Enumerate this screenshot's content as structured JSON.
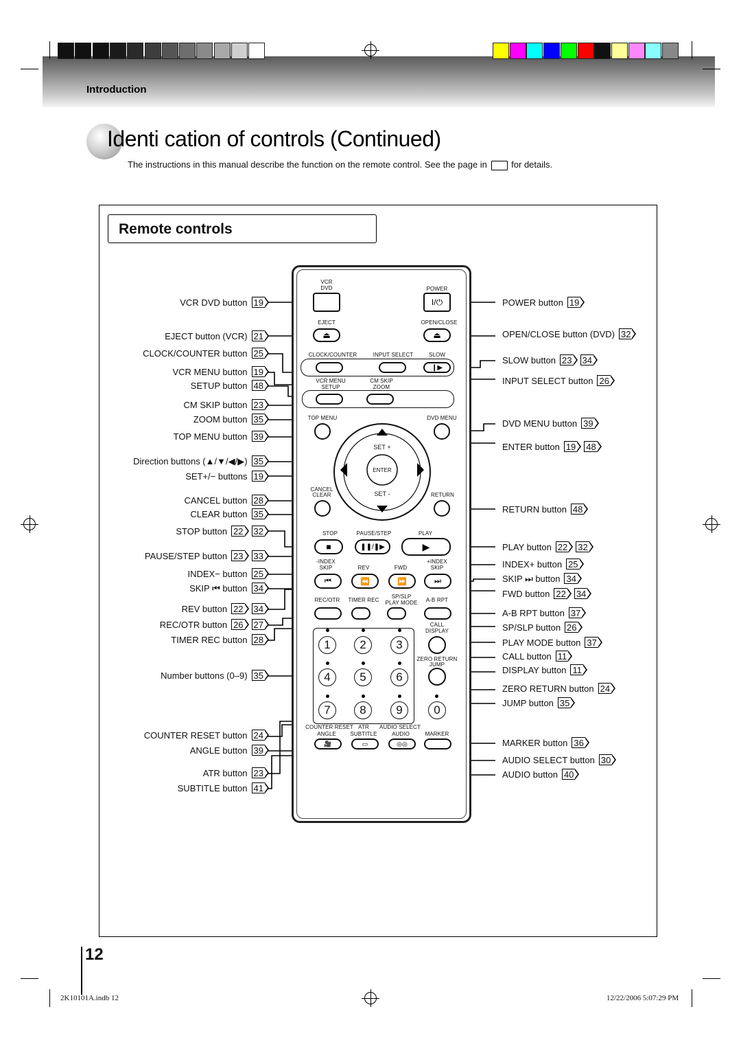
{
  "header": {
    "section": "Introduction"
  },
  "title": "Identi  cation of controls  (Continued)",
  "intro": {
    "before": "The instructions in this manual describe the function on the remote control. See the page in",
    "after": "for details."
  },
  "box_title": "Remote controls",
  "colors": {
    "grays": [
      "#111111",
      "#111111",
      "#111111",
      "#1a1a1a",
      "#2a2a2a",
      "#3d3d3d",
      "#555555",
      "#6e6e6e",
      "#8a8a8a",
      "#a8a8a8",
      "#cfcfcf",
      "#ffffff"
    ],
    "colors": [
      "#ffff00",
      "#ff00ff",
      "#00ffff",
      "#0000ff",
      "#00ff00",
      "#ff0000",
      "#111111",
      "#ffff99",
      "#ff88ff",
      "#88ffff",
      "#888888"
    ]
  },
  "remote": {
    "vcr_dvd": "VCR\nDVD",
    "power": "POWER",
    "power_glyph": "I/⏻",
    "eject": "EJECT",
    "open_close": "OPEN/CLOSE",
    "clock_counter": "CLOCK/COUNTER",
    "input_select": "INPUT SELECT",
    "slow": "SLOW",
    "vcr_menu": "VCR MENU",
    "setup": "SETUP",
    "cm_skip": "CM SKIP",
    "zoom": "ZOOM",
    "top_menu": "TOP MENU",
    "dvd_menu": "DVD MENU",
    "set_plus": "SET +",
    "enter": "ENTER",
    "set_minus": "SET -",
    "cancel": "CANCEL",
    "clear": "CLEAR",
    "return": "RETURN",
    "stop": "STOP",
    "pause_step": "PAUSE/STEP",
    "play": "PLAY",
    "index_minus": "-INDEX",
    "skip_l": "SKIP",
    "rev": "REV",
    "fwd": "FWD",
    "index_plus": "+INDEX",
    "skip_r": "SKIP",
    "rec_otr": "REC/OTR",
    "timer_rec": "TIMER REC",
    "sp_slp": "SP/SLP",
    "play_mode": "PLAY MODE",
    "ab_rpt": "A-B RPT",
    "call": "CALL",
    "display": "DISPLAY",
    "zero_return": "ZERO RETURN",
    "jump": "JUMP",
    "numbers": [
      "1",
      "2",
      "3",
      "4",
      "5",
      "6",
      "7",
      "8",
      "9",
      "0"
    ],
    "counter_reset": "COUNTER RESET",
    "atr": "ATR",
    "audio_select": "AUDIO SELECT",
    "angle": "ANGLE",
    "subtitle": "SUBTITLE",
    "audio": "AUDIO",
    "marker": "MARKER"
  },
  "left_labels": [
    {
      "text": "VCR DVD button",
      "refs": [
        "19"
      ]
    },
    {
      "text": "EJECT button (VCR)",
      "refs": [
        "21"
      ]
    },
    {
      "text": "CLOCK/COUNTER button",
      "refs": [
        "25"
      ]
    },
    {
      "text": "VCR MENU button",
      "refs": [
        "19"
      ]
    },
    {
      "text": "SETUP button",
      "refs": [
        "48"
      ]
    },
    {
      "text": "CM SKIP button",
      "refs": [
        "23"
      ]
    },
    {
      "text": "ZOOM button",
      "refs": [
        "35"
      ]
    },
    {
      "text": "TOP MENU button",
      "refs": [
        "39"
      ]
    },
    {
      "text": "Direction buttons (▲/▼/◀/▶)",
      "refs": [
        "35"
      ]
    },
    {
      "text": "SET+/− buttons",
      "refs": [
        "19"
      ]
    },
    {
      "text": "CANCEL button",
      "refs": [
        "28"
      ]
    },
    {
      "text": "CLEAR button",
      "refs": [
        "35"
      ]
    },
    {
      "text": "STOP button",
      "refs": [
        "22",
        "32"
      ]
    },
    {
      "text": "PAUSE/STEP button",
      "refs": [
        "23",
        "33"
      ]
    },
    {
      "text": "INDEX− button",
      "refs": [
        "25"
      ]
    },
    {
      "text": "SKIP ⏮ button",
      "refs": [
        "34"
      ]
    },
    {
      "text": "REV button",
      "refs": [
        "22",
        "34"
      ]
    },
    {
      "text": "REC/OTR button",
      "refs": [
        "26",
        "27"
      ]
    },
    {
      "text": "TIMER REC button",
      "refs": [
        "28"
      ]
    },
    {
      "text": "Number buttons (0–9)",
      "refs": [
        "35"
      ]
    },
    {
      "text": "COUNTER RESET button",
      "refs": [
        "24"
      ]
    },
    {
      "text": "ANGLE button",
      "refs": [
        "39"
      ]
    },
    {
      "text": "ATR button",
      "refs": [
        "23"
      ]
    },
    {
      "text": "SUBTITLE button",
      "refs": [
        "41"
      ]
    }
  ],
  "right_labels": [
    {
      "text": "POWER button",
      "refs": [
        "19"
      ]
    },
    {
      "text": "OPEN/CLOSE button (DVD)",
      "refs": [
        "32"
      ]
    },
    {
      "text": "SLOW button",
      "refs": [
        "23",
        "34"
      ]
    },
    {
      "text": "INPUT SELECT button",
      "refs": [
        "26"
      ]
    },
    {
      "text": "DVD MENU button",
      "refs": [
        "39"
      ]
    },
    {
      "text": "ENTER button",
      "refs": [
        "19",
        "48"
      ]
    },
    {
      "text": "RETURN button",
      "refs": [
        "48"
      ]
    },
    {
      "text": "PLAY button",
      "refs": [
        "22",
        "32"
      ]
    },
    {
      "text": "INDEX+ button",
      "refs": [
        "25"
      ]
    },
    {
      "text": "SKIP ⏭ button",
      "refs": [
        "34"
      ]
    },
    {
      "text": "FWD button",
      "refs": [
        "22",
        "34"
      ]
    },
    {
      "text": "A-B RPT button",
      "refs": [
        "37"
      ]
    },
    {
      "text": "SP/SLP button",
      "refs": [
        "26"
      ]
    },
    {
      "text": "PLAY MODE button",
      "refs": [
        "37"
      ]
    },
    {
      "text": "CALL button",
      "refs": [
        "11"
      ]
    },
    {
      "text": "DISPLAY button",
      "refs": [
        "11"
      ]
    },
    {
      "text": "ZERO RETURN button",
      "refs": [
        "24"
      ]
    },
    {
      "text": "JUMP button",
      "refs": [
        "35"
      ]
    },
    {
      "text": "MARKER button",
      "refs": [
        "36"
      ]
    },
    {
      "text": "AUDIO SELECT button",
      "refs": [
        "30"
      ]
    },
    {
      "text": "AUDIO button",
      "refs": [
        "40"
      ]
    }
  ],
  "page_number": "12",
  "footer": {
    "file": "2K10101A.indb   12",
    "date": "12/22/2006   5:07:29 PM"
  }
}
